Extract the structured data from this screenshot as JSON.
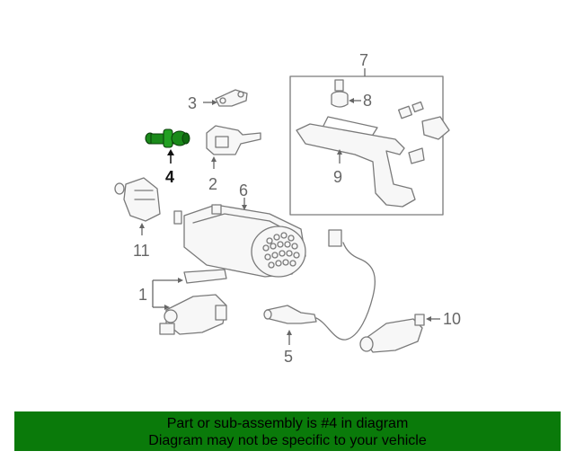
{
  "diagram": {
    "callouts": {
      "c1": "1",
      "c2": "2",
      "c3": "3",
      "c4": "4",
      "c5": "5",
      "c6": "6",
      "c7": "7",
      "c8": "8",
      "c9": "9",
      "c10": "10",
      "c11": "11"
    },
    "highlighted_part": "4",
    "colors": {
      "highlight": "#0a7a0a",
      "banner": "#0a7a0a",
      "line": "#7a7a7a"
    }
  },
  "banner": {
    "line1": "Part or sub-assembly is #4 in diagram",
    "line2": "Diagram may not be specific to your vehicle"
  }
}
